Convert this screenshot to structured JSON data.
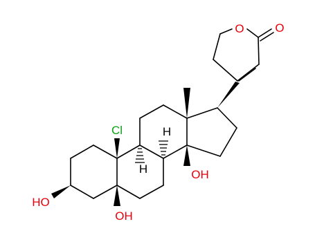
{
  "colors": {
    "bond": "#000000",
    "oxygen": "#e8000b",
    "chlorine": "#0ca01a",
    "hydrogen": "#000000",
    "background": "#ffffff"
  },
  "labels": {
    "ring_oxygen": "O",
    "carbonyl_oxygen": "O",
    "chlorine": "Cl",
    "hydroxyl_3": "HO",
    "hydroxyl_5": "OH",
    "hydroxyl_14": "OH",
    "hydrogen_8": "H",
    "hydrogen_9": "H"
  }
}
